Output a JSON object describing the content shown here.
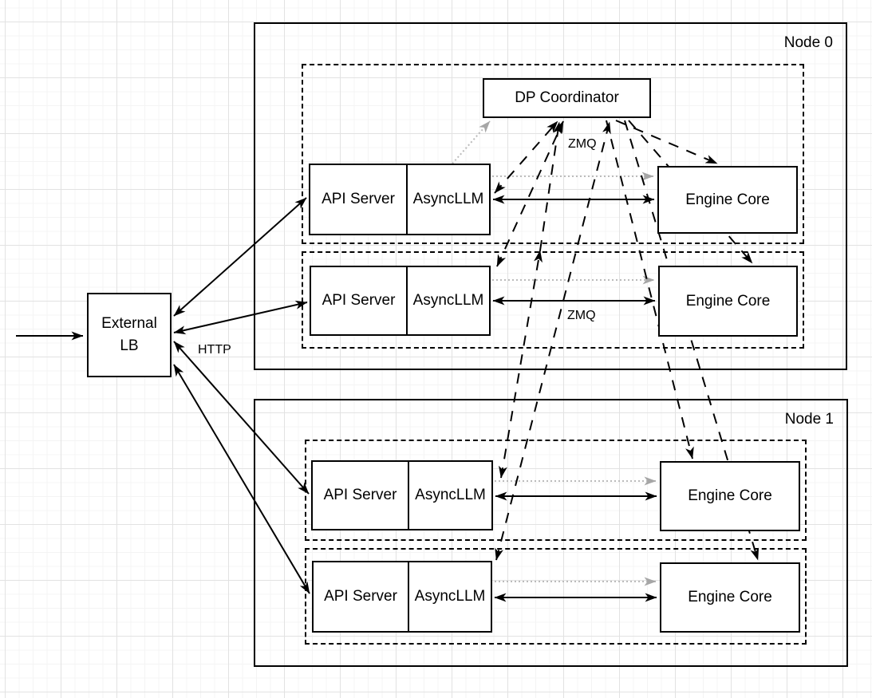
{
  "diagram": {
    "node0_label": "Node 0",
    "node1_label": "Node 1",
    "coordinator_label": "DP Coordinator",
    "external_lb_label": "External\nLB",
    "http_label": "HTTP",
    "zmq_label_top": "ZMQ",
    "zmq_label_mid": "ZMQ",
    "rows": [
      {
        "api_server": "API Server",
        "async_llm": "AsyncLLM",
        "engine_core": "Engine Core"
      },
      {
        "api_server": "API Server",
        "async_llm": "AsyncLLM",
        "engine_core": "Engine Core"
      },
      {
        "api_server": "API Server",
        "async_llm": "AsyncLLM",
        "engine_core": "Engine Core"
      },
      {
        "api_server": "API Server",
        "async_llm": "AsyncLLM",
        "engine_core": "Engine Core"
      }
    ],
    "colors": {
      "line": "#000000",
      "dotted_line": "#bbbbbb",
      "dotted_arrowhead": "#a6a6a6",
      "box_border": "#000000",
      "box_fill": "#ffffff",
      "canvas_bg": "#ffffff",
      "grid_minor": "#f4f4f4",
      "grid_major": "#e2e2e2"
    }
  }
}
